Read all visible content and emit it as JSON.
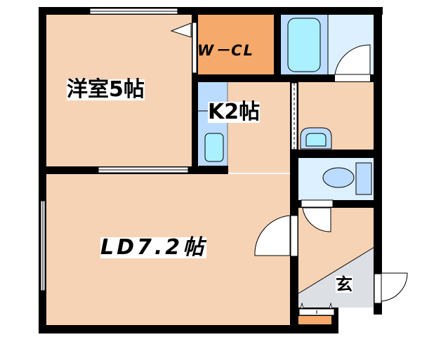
{
  "floor_plan": {
    "rooms": [
      {
        "id": "western-room",
        "label": "洋室5帖",
        "type": "bedroom",
        "size_jo": 5
      },
      {
        "id": "walk-in-closet",
        "label": "W－CL",
        "type": "closet"
      },
      {
        "id": "kitchen",
        "label": "K2帖",
        "type": "kitchen",
        "size_jo": 2
      },
      {
        "id": "living-dining",
        "label": "LD7.2帖",
        "type": "living-dining",
        "size_jo": 7.2
      },
      {
        "id": "bathroom",
        "label": "",
        "type": "bath"
      },
      {
        "id": "washroom",
        "label": "",
        "type": "washroom"
      },
      {
        "id": "toilet",
        "label": "",
        "type": "toilet"
      },
      {
        "id": "hallway",
        "label": "",
        "type": "hallway"
      },
      {
        "id": "entrance",
        "label": "玄",
        "type": "entrance"
      }
    ],
    "colors": {
      "wall": "#000000",
      "floor": "#f7d3b5",
      "closet": "#f5a96a",
      "wet_area": "#dcf0ff",
      "fixture_blue": "#bcdcff",
      "fixture_cyan": "#aaf0ff",
      "entrance_tile": "#dce0e4",
      "shoe_box": "#f5a96a",
      "background": "#ffffff"
    }
  }
}
